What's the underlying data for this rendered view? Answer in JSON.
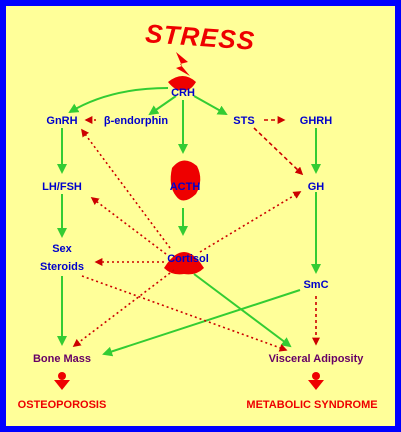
{
  "header": {
    "title": "STRESS"
  },
  "nodes": {
    "crh": "CRH",
    "gnrh": "GnRH",
    "beta_endorphin": "β-endorphin",
    "sts": "STS",
    "ghrh": "GHRH",
    "lh_fsh": "LH/FSH",
    "acth": "ACTH",
    "gh": "GH",
    "sex": "Sex",
    "steroids": "Steroids",
    "cortisol": "Cortisol",
    "smc": "SmC",
    "bone_mass": "Bone Mass",
    "visceral_adiposity": "Visceral Adiposity"
  },
  "outcomes": {
    "osteoporosis": "OSTEOPOROSIS",
    "metabolic_syndrome": "METABOLIC SYNDROME"
  },
  "colors": {
    "background": "#ffff99",
    "border": "#0000ff",
    "stimulatory_arrow": "#33cc33",
    "inhibitory_arrow": "#cc0000",
    "hormone_text": "#0000cc",
    "tissue_text": "#660066",
    "outcome_text": "#ee0000"
  }
}
